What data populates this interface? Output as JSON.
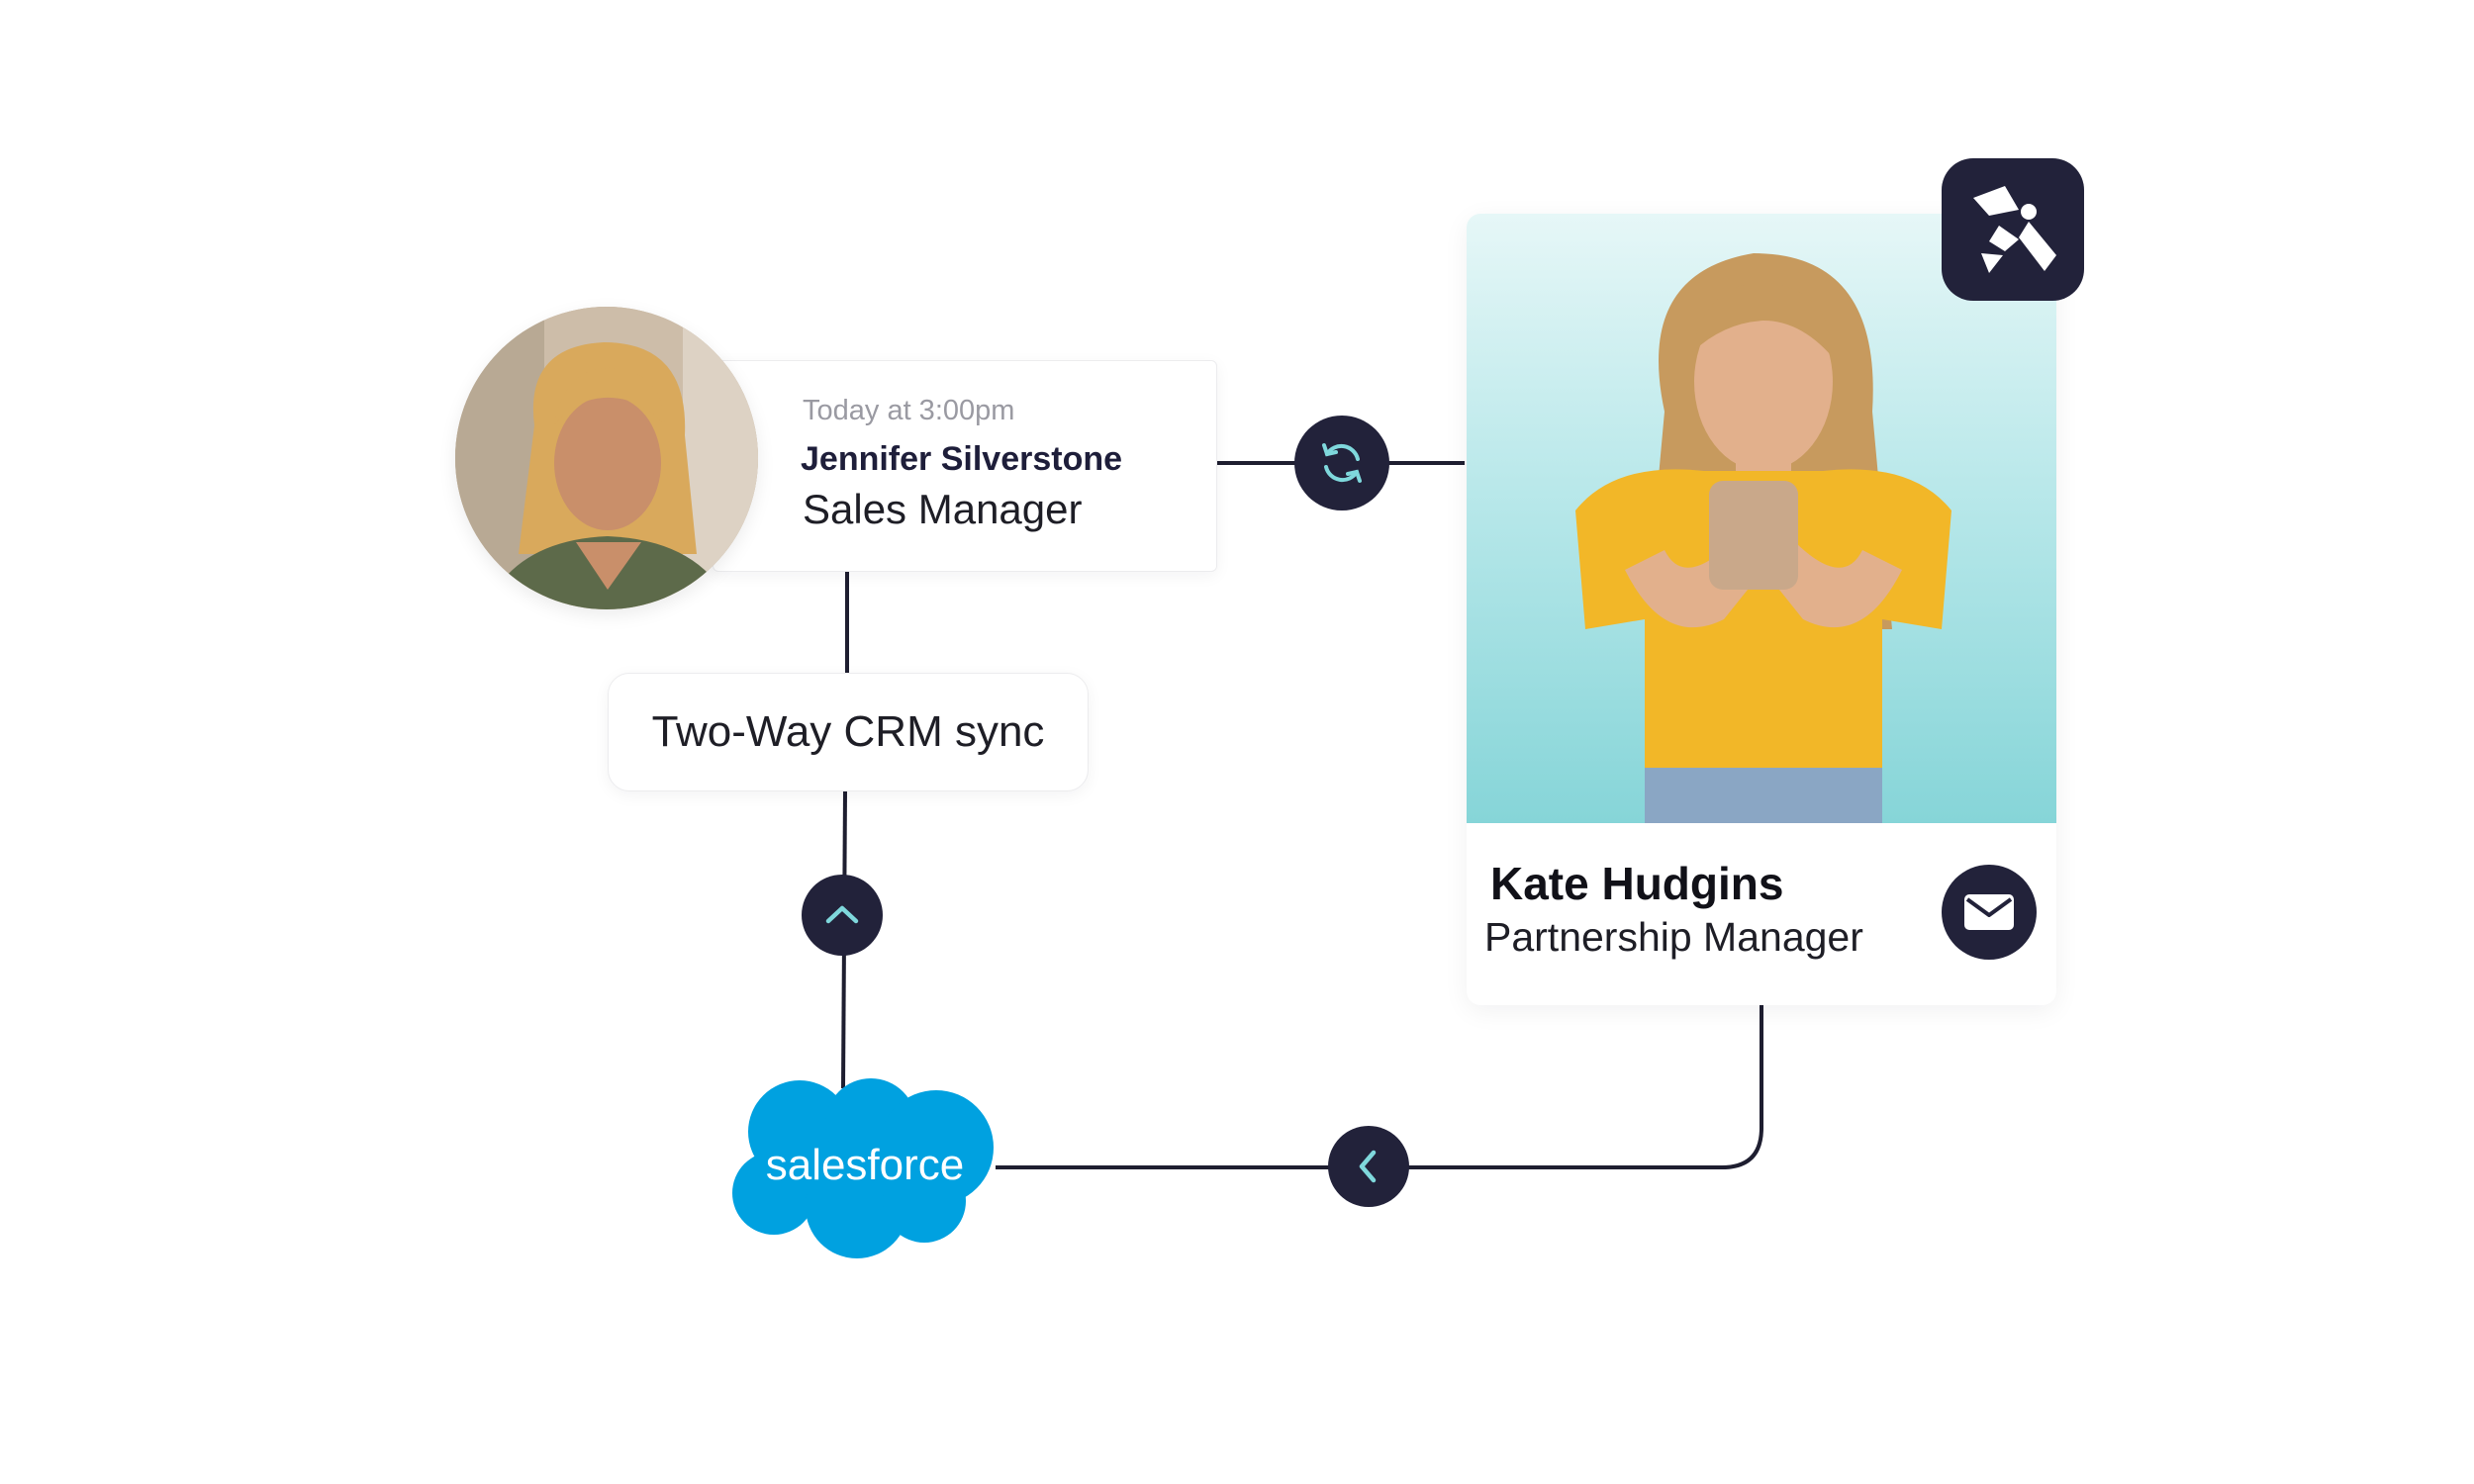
{
  "contact_card": {
    "timestamp": "Today at 3:00pm",
    "name": "Jennifer Silverstone",
    "role": "Sales Manager"
  },
  "sync_label": "Two-Way CRM sync",
  "kate_card": {
    "name": "Kate Hudgins",
    "role": "Partnership Manager"
  },
  "salesforce_logo": {
    "text": "salesforce"
  },
  "icons": {
    "sync": "sync-icon",
    "up": "chevron-up-icon",
    "left": "chevron-left-icon",
    "mail": "mail-icon",
    "app": "app-logo-icon"
  },
  "colors": {
    "badge": "#22223a",
    "badge_icon": "#7fd8dc",
    "salesforce": "#00a1e0",
    "connector": "#1e1e30"
  }
}
